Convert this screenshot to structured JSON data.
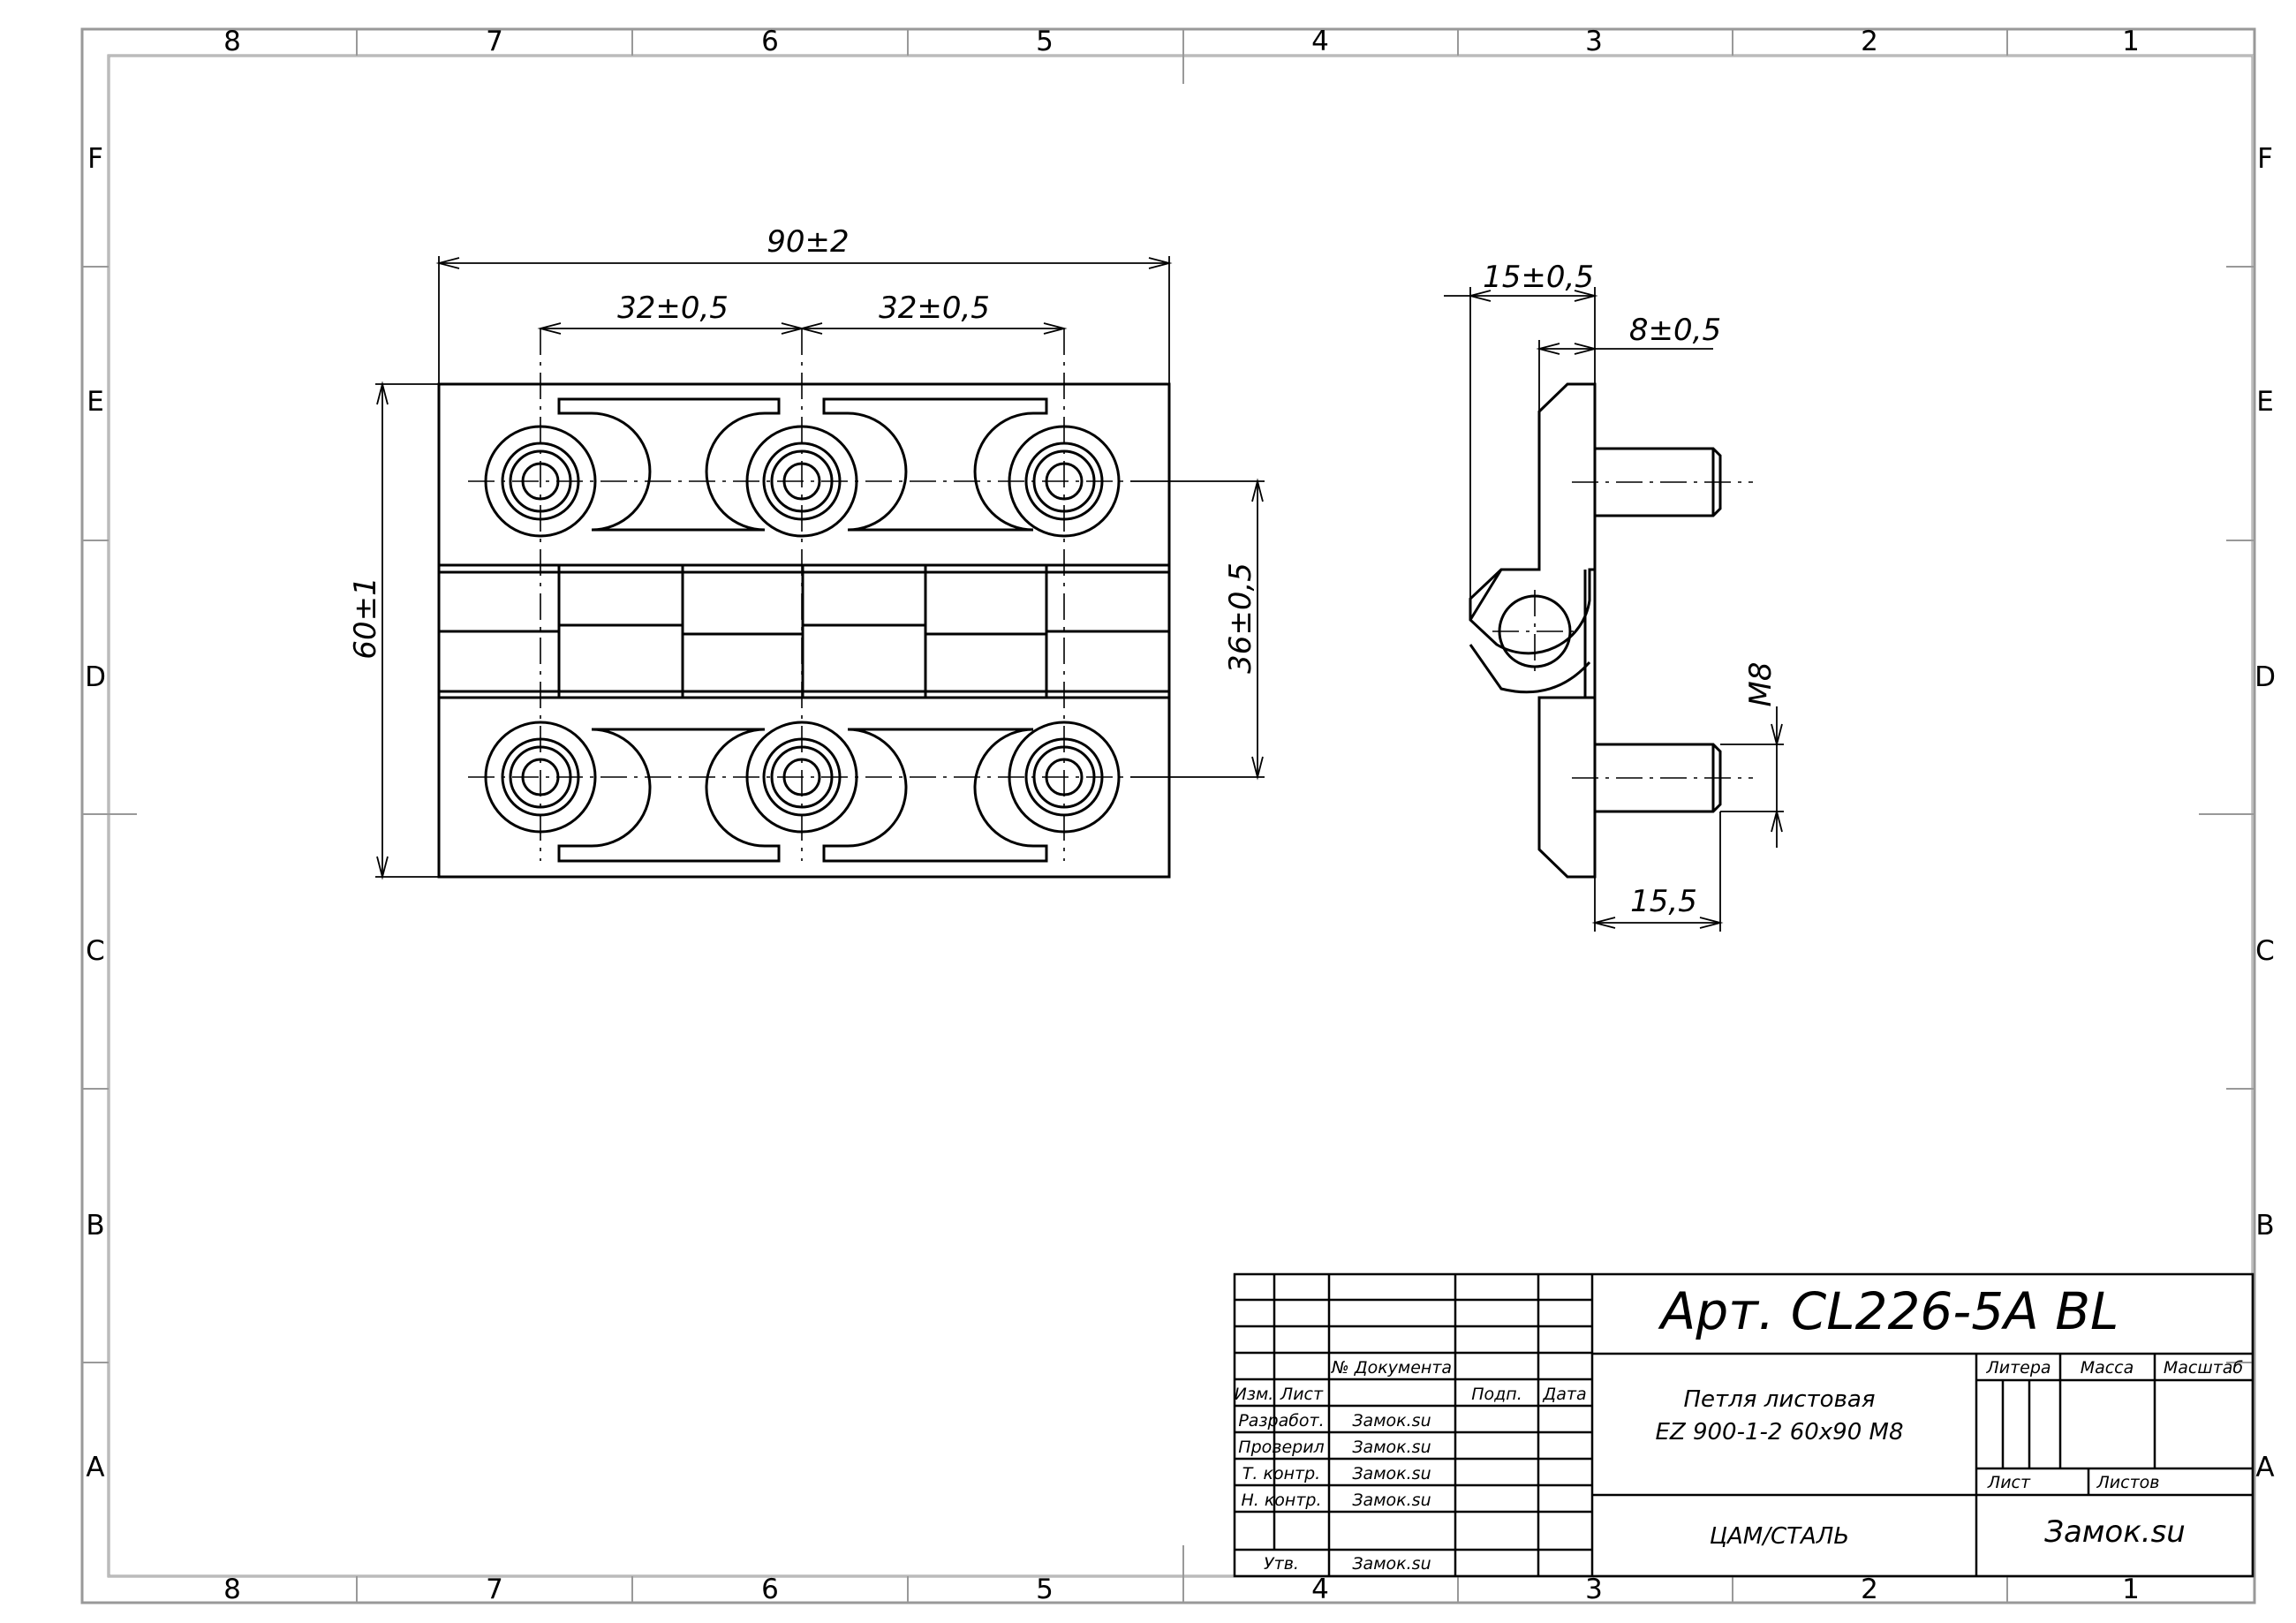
{
  "zones": {
    "columns": [
      "8",
      "7",
      "6",
      "5",
      "4",
      "3",
      "2",
      "1"
    ],
    "rows": [
      "F",
      "E",
      "D",
      "C",
      "B",
      "A"
    ]
  },
  "dimensions": {
    "overall_width": "90±2",
    "pitch_left": "32±0,5",
    "pitch_right": "32±0,5",
    "overall_height": "60±1",
    "hole_spacing": "36±0,5",
    "side_width": "15±0,5",
    "side_plate": "8±0,5",
    "thread": "M8",
    "stud_length": "15,5"
  },
  "title_block": {
    "article": "Арт. CL226-5A BL",
    "name_line1": "Петля листовая",
    "name_line2": "EZ 900-1-2 60x90 M8",
    "material": "ЦАМ/СТАЛЬ",
    "company": "Замок.su",
    "hdr_doc": "№ Документа",
    "hdr_izm": "Изм.",
    "hdr_list": "Лист",
    "hdr_podp": "Подп.",
    "hdr_data": "Дата",
    "role_razrab": "Разработ.",
    "role_proveril": "Проверил",
    "role_tkontr": "Т. контр.",
    "role_nkontr": "Н. контр.",
    "role_utv": "Утв.",
    "person_razrab": "Замок.su",
    "person_proveril": "Замок.su",
    "person_tkontr": "Замок.su",
    "person_nkontr": "Замок.su",
    "person_utv": "Замок.su",
    "hdr_litera": "Литера",
    "hdr_massa": "Масса",
    "hdr_masshtab": "Масштаб",
    "hdr_sheet": "Лист",
    "hdr_sheets": "Листов"
  }
}
